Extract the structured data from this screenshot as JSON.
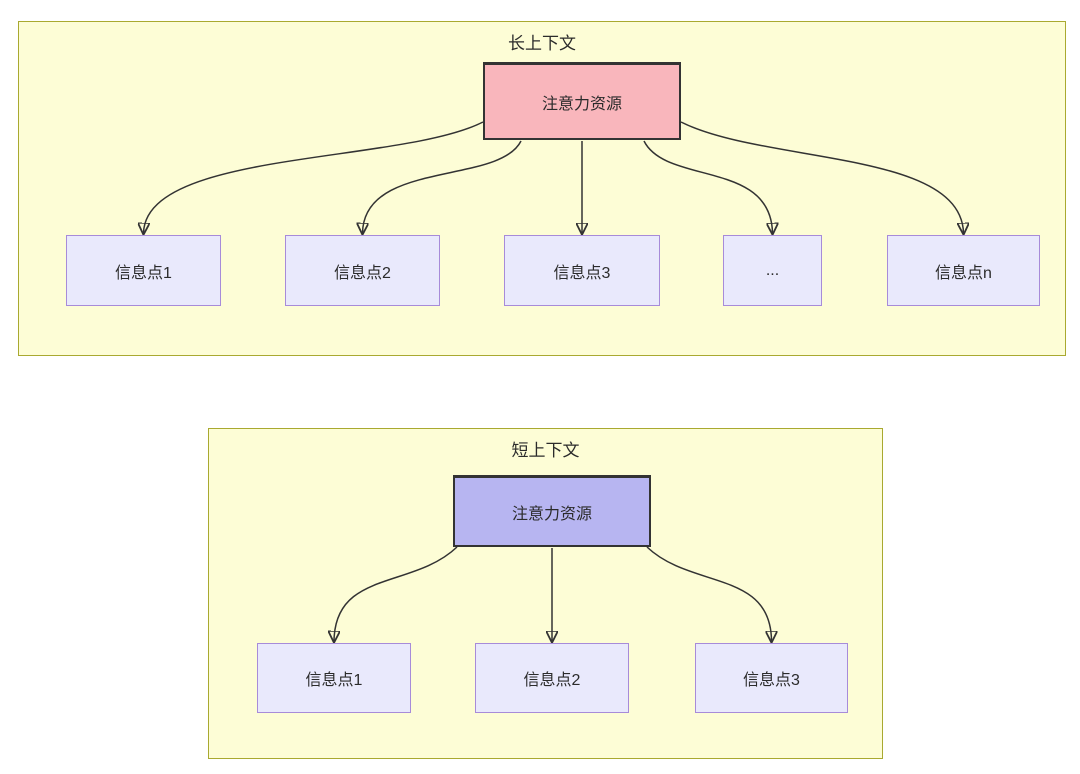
{
  "groups": {
    "long": {
      "title": "长上下文",
      "attention": "注意力资源",
      "info_nodes": [
        "信息点1",
        "信息点2",
        "信息点3",
        "...",
        "信息点n"
      ]
    },
    "short": {
      "title": "短上下文",
      "attention": "注意力资源",
      "info_nodes": [
        "信息点1",
        "信息点2",
        "信息点3"
      ]
    }
  },
  "colors": {
    "group_fill": "#fdfdd6",
    "group_border": "#a9a930",
    "attention_long_fill": "#f9b6bc",
    "attention_short_fill": "#b7b5f1",
    "attention_border": "#333333",
    "info_fill": "#e9e9fc",
    "info_border": "#a78bd9",
    "arrow": "#333333",
    "text": "#2b2b2b"
  }
}
